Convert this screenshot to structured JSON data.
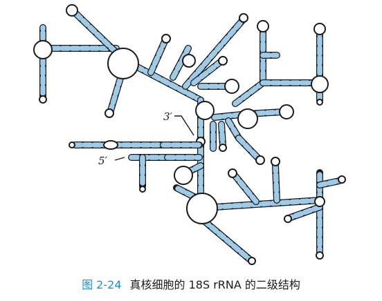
{
  "diagram": {
    "labels": {
      "three_prime": "3′",
      "five_prime": "5′"
    }
  },
  "caption": {
    "figure_number": "图 2-24",
    "title": "真核细胞的 18S rRNA 的二级结构"
  },
  "colors": {
    "stem_outline": "#1a1a1a",
    "base_fill": "#9ecbe8",
    "figure_number": "#1d8fd6"
  }
}
